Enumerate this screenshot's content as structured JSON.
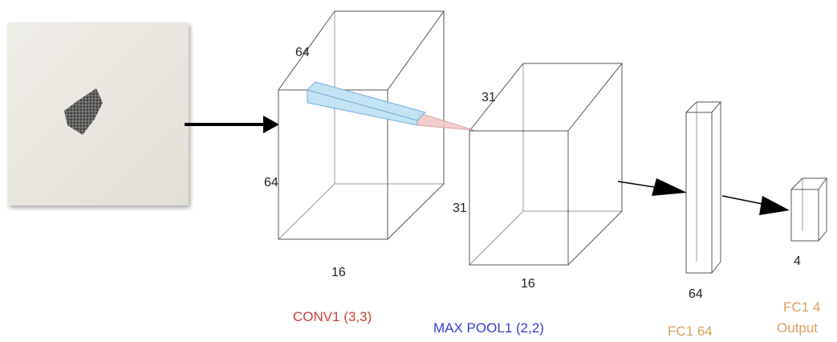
{
  "diagram": {
    "conv_block": {
      "depth_label": "64",
      "height_label": "64",
      "width_label": "16"
    },
    "pool_block": {
      "depth_label": "31",
      "height_label": "31",
      "width_label": "16"
    },
    "fc64_block": {
      "size_label": "64"
    },
    "fc4_block": {
      "size_label": "4"
    },
    "captions": {
      "conv": "CONV1 (3,3)",
      "pool": "MAX POOL1 (2,2)",
      "fc64": "FC1 64",
      "fc4_line1": "FC1 4",
      "fc4_line2": "Output"
    },
    "colors": {
      "conv_caption": "#d0413c",
      "pool_caption": "#3a3ad6",
      "fc_caption": "#d8a060",
      "kernel_fill": "#bfe3f5",
      "kernel_stroke": "#6aa9d6",
      "pool_cone": "#f3c7c7",
      "arrow": "#000000"
    }
  }
}
